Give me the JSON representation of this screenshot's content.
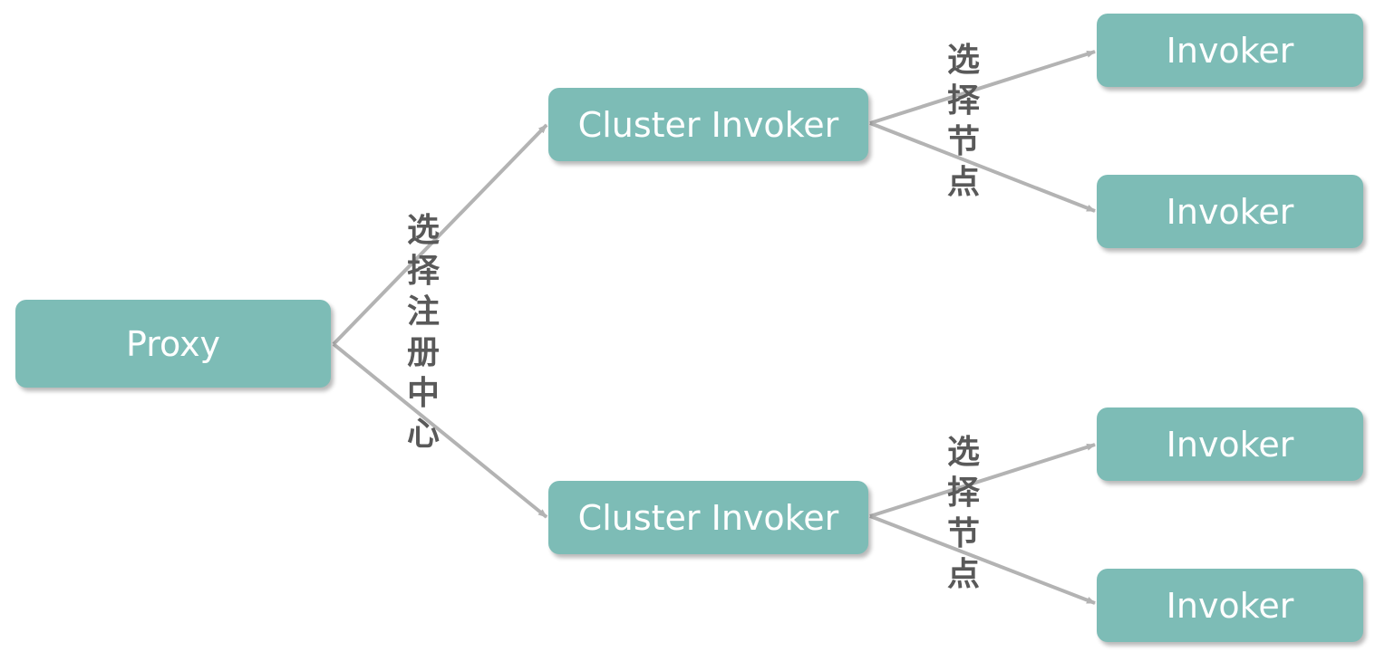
{
  "nodes": {
    "proxy": "Proxy",
    "cluster_invoker_top": "Cluster Invoker",
    "cluster_invoker_bottom": "Cluster Invoker",
    "invoker_1": "Invoker",
    "invoker_2": "Invoker",
    "invoker_3": "Invoker",
    "invoker_4": "Invoker"
  },
  "labels": {
    "select_registry": "选择注册中心",
    "select_node_top": "选择节点",
    "select_node_bottom": "选择节点"
  },
  "colors": {
    "node_fill": "#7dbcb6",
    "node_text": "#ffffff",
    "arrow": "#b3b3b3",
    "label_text": "#595959"
  }
}
